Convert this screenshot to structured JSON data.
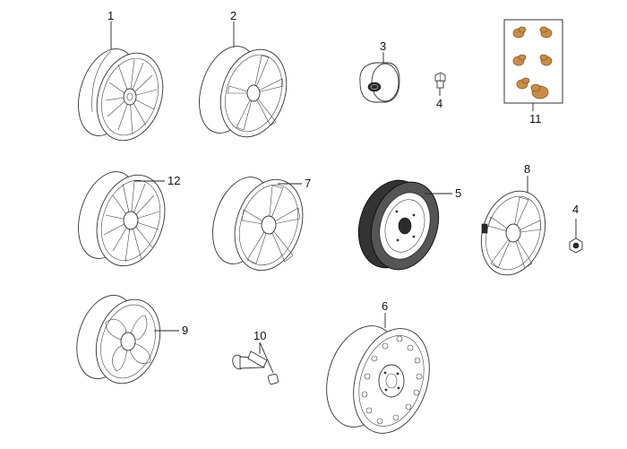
{
  "diagram": {
    "callouts": [
      {
        "id": "c1",
        "label": "1"
      },
      {
        "id": "c2",
        "label": "2"
      },
      {
        "id": "c3",
        "label": "3"
      },
      {
        "id": "c4a",
        "label": "4"
      },
      {
        "id": "c4b",
        "label": "4"
      },
      {
        "id": "c5",
        "label": "5"
      },
      {
        "id": "c6",
        "label": "6"
      },
      {
        "id": "c7",
        "label": "7"
      },
      {
        "id": "c8",
        "label": "8"
      },
      {
        "id": "c9",
        "label": "9"
      },
      {
        "id": "c10",
        "label": "10"
      },
      {
        "id": "c11",
        "label": "11"
      },
      {
        "id": "c12",
        "label": "12"
      }
    ]
  },
  "colors": {
    "line": "#222222",
    "nut": "#c98d47",
    "background": "#ffffff"
  }
}
